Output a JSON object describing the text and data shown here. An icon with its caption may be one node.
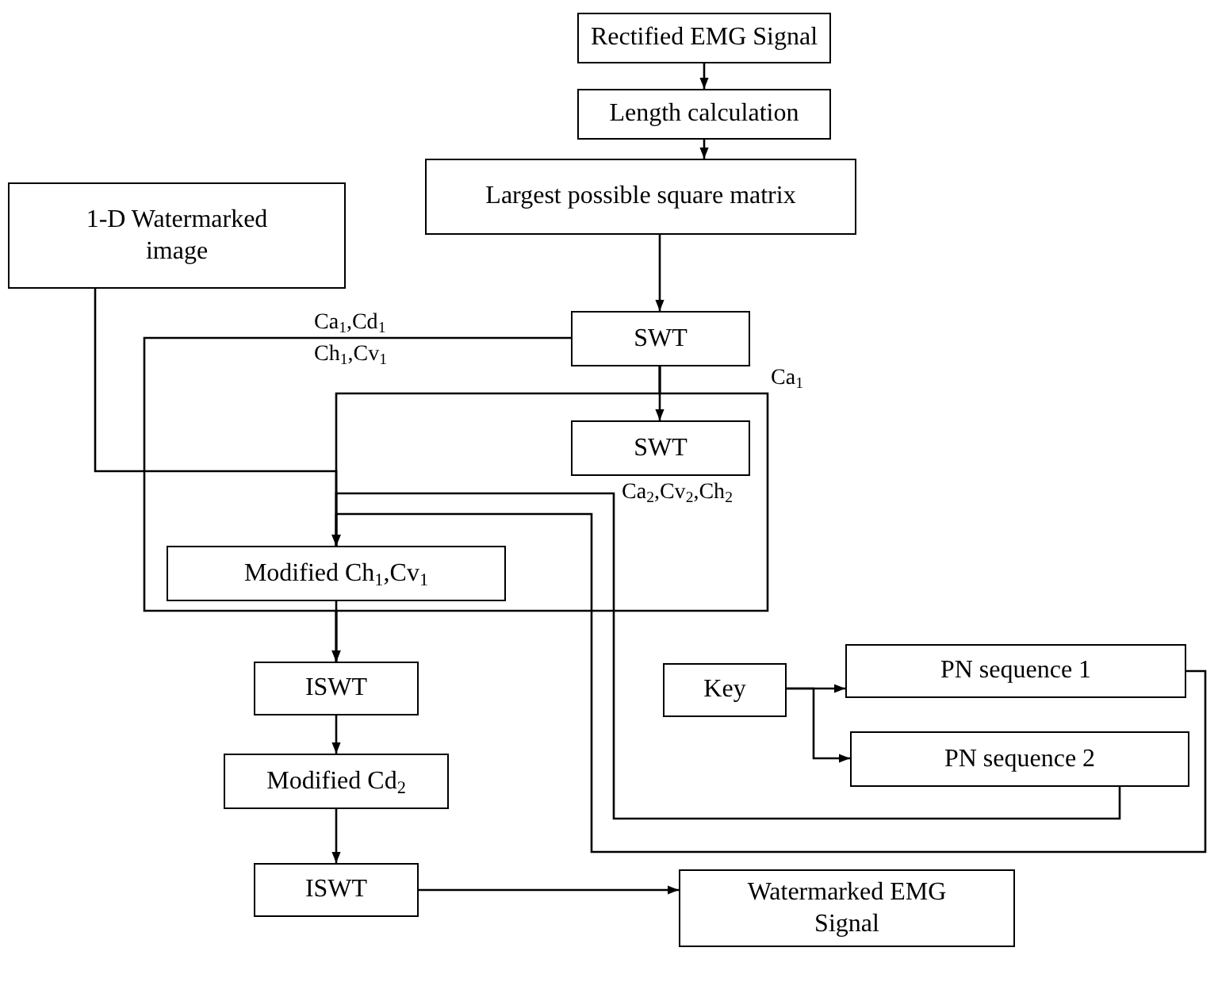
{
  "diagram": {
    "nodes": [
      {
        "text": [
          "Rectified EMG Signal"
        ]
      },
      {
        "text": [
          "Length calculation"
        ]
      },
      {
        "text": [
          "Largest possible square matrix"
        ]
      },
      {
        "text": [
          "1-D Watermarked image"
        ]
      },
      {
        "text": [
          "SWT"
        ]
      },
      {
        "text": [
          "SWT"
        ],
        "beside": [
          "Ca$_{2}$,Cv$_{2}$,Ch$_{2}$"
        ]
      },
      {
        "text": [
          "Modified Ch$_{1}$,Cv$_{1}$"
        ]
      },
      {
        "text": [
          "ISWT"
        ]
      },
      {
        "text": [
          "Modified Cd$_{2}$"
        ]
      },
      {
        "text": [
          "ISWT"
        ]
      },
      {
        "text": [
          "Watermarked EMG Signal"
        ]
      },
      {
        "text": [
          "Key"
        ]
      },
      {
        "text": [
          "PN sequence 1"
        ]
      },
      {
        "text": [
          "PN sequence 2"
        ]
      }
    ],
    "edges": [
      {
        "from": 0,
        "to": 1,
        "arrow": "to"
      },
      {
        "from": 1,
        "to": 2,
        "arrow": "to"
      },
      {
        "from": 2,
        "to": 4,
        "arrow": "to"
      },
      {
        "from": 4,
        "to": 5,
        "arrow": "to"
      },
      {
        "from": 3,
        "to": 6,
        "arrow": "to"
      },
      {
        "from": 4,
        "to": 6,
        "arrow": "to"
      },
      {
        "from": 4,
        "to": 7,
        "arrow": "to",
        "label": "Ca$_{1}$,Cd$_{1}$ Ch$_{1}$,Cv$_{1}$"
      },
      {
        "from": 4,
        "to": 7,
        "arrow": "to",
        "label": "Ca$_{1}$"
      },
      {
        "from": 13,
        "to": 6,
        "arrow": "to"
      },
      {
        "from": 12,
        "to": 6,
        "arrow": "to"
      },
      {
        "from": 6,
        "to": 7,
        "arrow": "to"
      },
      {
        "from": 7,
        "to": 8,
        "arrow": "to"
      },
      {
        "from": 8,
        "to": 9,
        "arrow": "to"
      },
      {
        "from": 9,
        "to": 10,
        "arrow": "to"
      },
      {
        "from": 11,
        "to": 12,
        "arrow": "to"
      },
      {
        "from": 11,
        "to": 13,
        "arrow": "to"
      }
    ]
  }
}
